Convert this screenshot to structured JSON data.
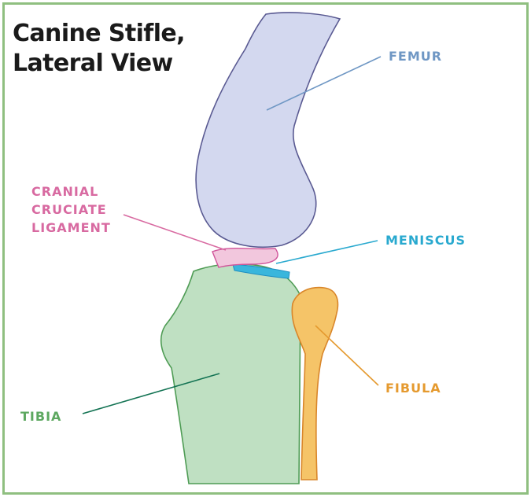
{
  "title": {
    "line1": "Canine Stifle,",
    "line2": "Lateral View"
  },
  "labels": {
    "femur": "FEMUR",
    "cranial_cruciate": [
      "CRANIAL",
      "CRUCIATE",
      "LIGAMENT"
    ],
    "meniscus": "MENISCUS",
    "fibula": "FIBULA",
    "tibia": "TIBIA"
  },
  "colors": {
    "femur": "#6f97c4",
    "cranial_cruciate": "#d86aa1",
    "meniscus": "#29a9cf",
    "fibula": "#e59a2f",
    "tibia": "#5da860",
    "tibia_pointer": "#137353",
    "frame": "#8fbf80"
  }
}
